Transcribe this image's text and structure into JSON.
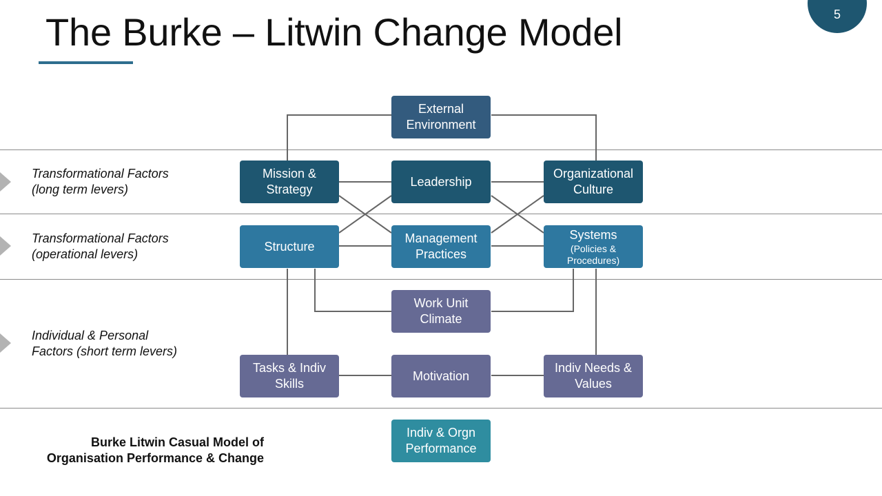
{
  "slide": {
    "title": "The Burke – Litwin Change Model",
    "page_number": "5",
    "caption_line1": "Burke Litwin Casual Model of",
    "caption_line2": "Organisation Performance & Change"
  },
  "row_labels": [
    {
      "line1": "Transformational Factors",
      "line2": "(long term levers)"
    },
    {
      "line1": "Transformational Factors",
      "line2": "(operational levers)"
    },
    {
      "line1": "Individual & Personal",
      "line2": "Factors (short term levers)"
    }
  ],
  "boxes": {
    "external_environment": {
      "line1": "External",
      "line2": "Environment"
    },
    "mission_strategy": {
      "line1": "Mission &",
      "line2": "Strategy"
    },
    "leadership": {
      "line1": "Leadership"
    },
    "organizational_culture": {
      "line1": "Organizational",
      "line2": "Culture"
    },
    "structure": {
      "line1": "Structure"
    },
    "management_practices": {
      "line1": "Management",
      "line2": "Practices"
    },
    "systems": {
      "line1": "Systems",
      "line2": "(Policies &",
      "line3": "Procedures)"
    },
    "work_unit_climate": {
      "line1": "Work Unit",
      "line2": "Climate"
    },
    "tasks_indiv_skills": {
      "line1": "Tasks & Indiv",
      "line2": "Skills"
    },
    "motivation": {
      "line1": "Motivation"
    },
    "indiv_needs_values": {
      "line1": "Indiv Needs &",
      "line2": "Values"
    },
    "indiv_orgn_performance": {
      "line1": "Indiv & Orgn",
      "line2": "Performance"
    }
  },
  "colors": {
    "navy": "#335b7e",
    "dark_blue": "#1e5670",
    "mid_blue": "#2e78a0",
    "purple": "#666a94",
    "teal": "#2f8da0",
    "connector": "#666666",
    "divider": "#8a8a8a",
    "arrow": "#b3b3b3"
  }
}
